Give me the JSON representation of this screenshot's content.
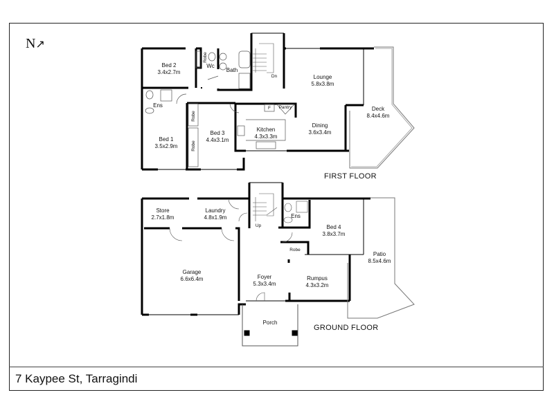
{
  "address": "7 Kaypee St, Tarragindi",
  "north_label": "N",
  "first_floor": {
    "title": "FIRST FLOOR",
    "rooms": [
      {
        "name": "Bed 2",
        "dim": "3.4x2.7m"
      },
      {
        "name": "Robe"
      },
      {
        "name": "Wc"
      },
      {
        "name": "Bath"
      },
      {
        "name": "Dn"
      },
      {
        "name": "Lounge",
        "dim": "5.8x3.8m"
      },
      {
        "name": "Ens"
      },
      {
        "name": "Robe"
      },
      {
        "name": "Robe"
      },
      {
        "name": "Bed 1",
        "dim": "3.5x2.9m"
      },
      {
        "name": "Bed 3",
        "dim": "4.4x3.1m"
      },
      {
        "name": "F"
      },
      {
        "name": "Pantry"
      },
      {
        "name": "Kitchen",
        "dim": "4.3x3.3m"
      },
      {
        "name": "Dining",
        "dim": "3.6x3.4m"
      },
      {
        "name": "Deck",
        "dim": "8.4x4.6m"
      }
    ]
  },
  "ground_floor": {
    "title": "GROUND FLOOR",
    "rooms": [
      {
        "name": "Store",
        "dim": "2.7x1.8m"
      },
      {
        "name": "Laundry",
        "dim": "4.8x1.9m"
      },
      {
        "name": "Up"
      },
      {
        "name": "Ens"
      },
      {
        "name": "Bed 4",
        "dim": "3.8x3.7m"
      },
      {
        "name": "Robe"
      },
      {
        "name": "Garage",
        "dim": "6.6x6.4m"
      },
      {
        "name": "Foyer",
        "dim": "5.3x3.4m"
      },
      {
        "name": "Rumpus",
        "dim": "4.3x3.2m"
      },
      {
        "name": "Patio",
        "dim": "8.5x4.6m"
      },
      {
        "name": "Porch"
      }
    ]
  }
}
